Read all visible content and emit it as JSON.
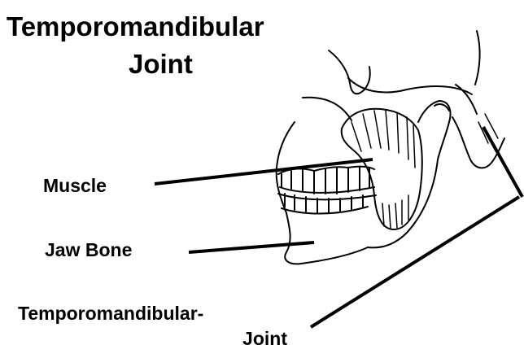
{
  "title": {
    "line1": "Temporomandibular",
    "line2": "Joint"
  },
  "labels": {
    "muscle": "Muscle",
    "jaw_bone": "Jaw Bone",
    "tmj_line1": "Temporomandibular-",
    "tmj_line2": "Joint"
  },
  "colors": {
    "ink": "#000000",
    "background": "#ffffff"
  }
}
